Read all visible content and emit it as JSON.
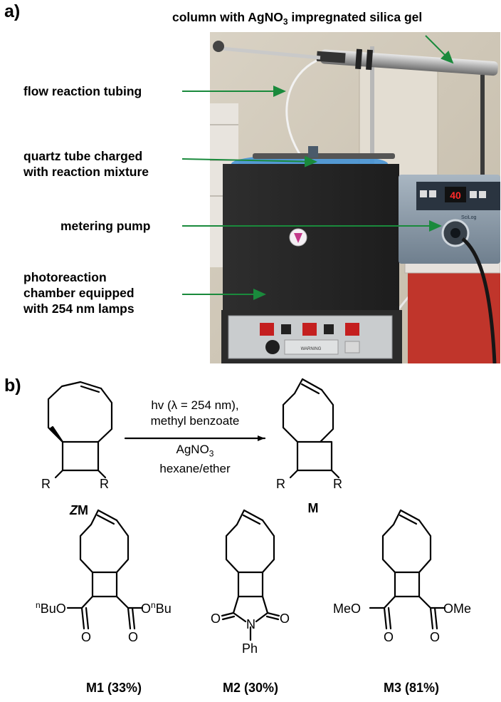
{
  "panel_a": {
    "label": "a)",
    "callouts": {
      "column": {
        "prefix": "column with AgNO",
        "sub": "3",
        "suffix": " impregnated silica gel"
      },
      "tubing": "flow reaction tubing",
      "quartz_line1": "quartz tube charged",
      "quartz_line2": "with reaction mixture",
      "pump": "metering pump",
      "chamber_line1": "photoreaction",
      "chamber_line2": "chamber equipped",
      "chamber_line3": "with 254 nm lamps"
    },
    "photo": {
      "pump_display": "40",
      "pump_brand": "SciLog",
      "panel_warning": "WARNING"
    },
    "arrow_color": "#1a8a3c"
  },
  "panel_b": {
    "label": "b)",
    "conditions": {
      "line1": "hv (λ = 254 nm),",
      "line2": "methyl benzoate",
      "line3_main": "AgNO",
      "line3_sub": "3",
      "line4": "hexane/ether"
    },
    "reactant_label": {
      "prefix": "Z",
      "main": "M"
    },
    "product_label": "M",
    "substituent_R": "R",
    "compounds": [
      {
        "name": "M1",
        "yield": "(33%)",
        "left_group": "BuO",
        "left_prefix": "n",
        "right_group": "Bu",
        "right_prefix": "O",
        "right_sup": "n",
        "carbonyl": "O"
      },
      {
        "name": "M2",
        "yield": "(30%)",
        "n_label": "N",
        "ph_label": "Ph",
        "carbonyl": "O"
      },
      {
        "name": "M3",
        "yield": "(81%)",
        "left_group": "MeO",
        "right_group": "OMe",
        "carbonyl": "O"
      }
    ]
  }
}
